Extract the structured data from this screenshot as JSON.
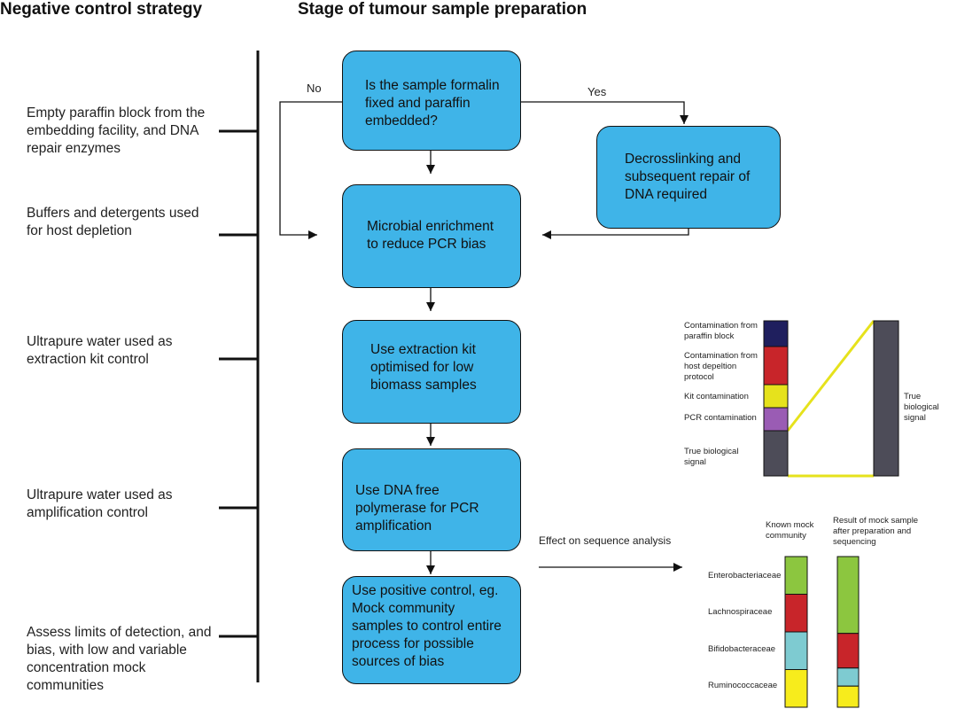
{
  "headers": {
    "left": "Negative control strategy",
    "right": "Stage of tumour sample preparation"
  },
  "negative_controls": [
    "Empty paraffin block from the embedding facility, and DNA repair enzymes",
    "Buffers and detergents used for host depletion",
    "Ultrapure water used as extraction kit control",
    "Ultrapure water used as amplification control",
    "Assess limits of detection, and bias, with low and variable concentration mock communities"
  ],
  "steps": {
    "q1": "Is the sample formalin fixed and paraffin embedded?",
    "decross": "Decrosslinking and subsequent repair of DNA required",
    "enrich": "Microbial enrichment to reduce PCR bias",
    "extract": "Use extraction kit optimised for low biomass samples",
    "polymerase": "Use DNA free polymerase for PCR amplification",
    "positive": "Use positive control, eg. Mock community samples to control entire process for possible sources of bias"
  },
  "branch_labels": {
    "no": "No",
    "yes": "Yes"
  },
  "effect_label": "Effect on sequence analysis",
  "contamination_bar": {
    "segments": [
      {
        "label": "Contamination from paraffin block",
        "color": "#1f1f5e"
      },
      {
        "label": "Contamination from host depeltion protocol",
        "color": "#c8252a"
      },
      {
        "label": "Kit contamination",
        "color": "#e6e21c"
      },
      {
        "label": "PCR contamination",
        "color": "#9a5cb4"
      },
      {
        "label": "True biological signal",
        "color": "#4d4c58"
      }
    ],
    "true_signal_label": "True biological signal",
    "link_color": "#e6e21c"
  },
  "mock": {
    "known_label": "Known mock community",
    "result_label": "Result of mock sample after preparation and sequencing",
    "taxa": [
      "Enterobacteriaceae",
      "Lachnospiraceae",
      "Bifidobacteraceae",
      "Ruminococcaceae"
    ],
    "colors": [
      "#8cc63f",
      "#c8252a",
      "#7ecbd1",
      "#f7ec1c"
    ],
    "known_fractions": [
      0.25,
      0.25,
      0.25,
      0.25
    ],
    "result_fractions": [
      0.51,
      0.23,
      0.12,
      0.14
    ]
  }
}
